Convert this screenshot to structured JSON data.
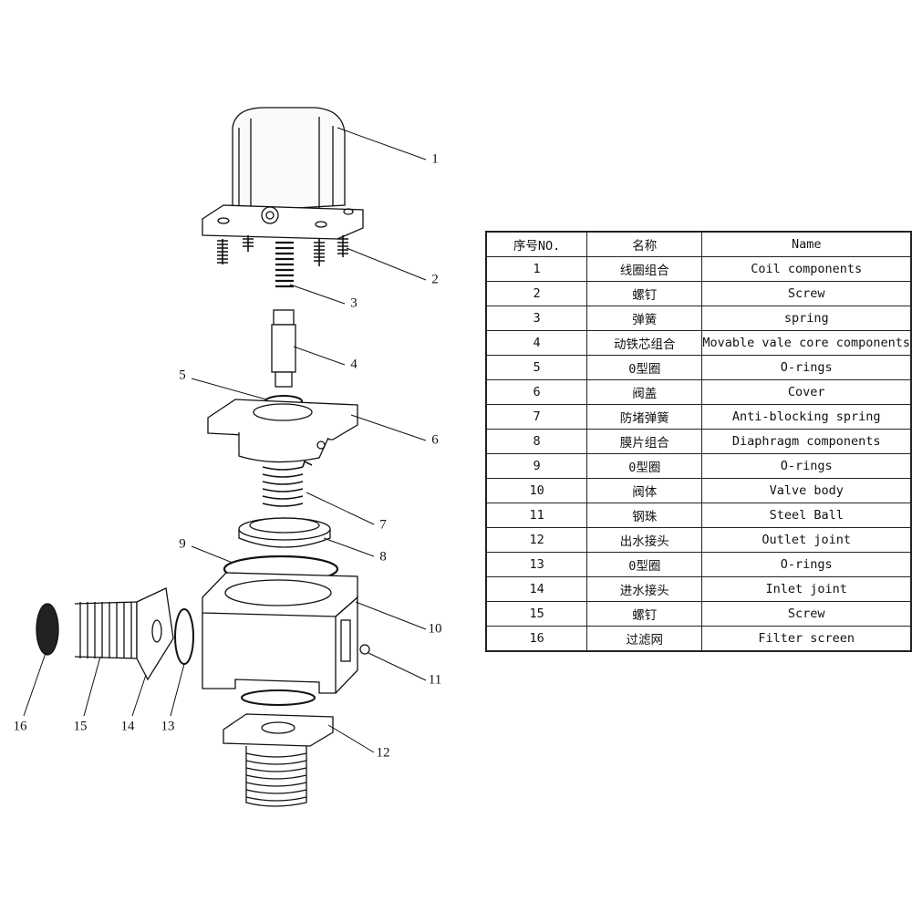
{
  "table": {
    "headers": [
      "序号NO.",
      "名称",
      "Name"
    ],
    "rows": [
      [
        "1",
        "线圈组合",
        "Coil components"
      ],
      [
        "2",
        "螺钉",
        "Screw"
      ],
      [
        "3",
        "弹簧",
        "spring"
      ],
      [
        "4",
        "动铁芯组合",
        "Movable vale core components"
      ],
      [
        "5",
        "0型圈",
        "O-rings"
      ],
      [
        "6",
        "阀盖",
        "Cover"
      ],
      [
        "7",
        "防堵弹簧",
        "Anti-blocking spring"
      ],
      [
        "8",
        "膜片组合",
        "Diaphragm components"
      ],
      [
        "9",
        "0型圈",
        "O-rings"
      ],
      [
        "10",
        "阀体",
        "Valve body"
      ],
      [
        "11",
        "钢珠",
        "Steel Ball"
      ],
      [
        "12",
        "出水接头",
        "Outlet joint"
      ],
      [
        "13",
        "0型圈",
        "O-rings"
      ],
      [
        "14",
        "进水接头",
        "Inlet joint"
      ],
      [
        "15",
        "螺钉",
        "Screw"
      ],
      [
        "16",
        "过滤网",
        "Filter screen"
      ]
    ]
  },
  "callouts": [
    "1",
    "2",
    "3",
    "4",
    "5",
    "6",
    "7",
    "8",
    "9",
    "10",
    "11",
    "12",
    "13",
    "14",
    "15",
    "16"
  ]
}
